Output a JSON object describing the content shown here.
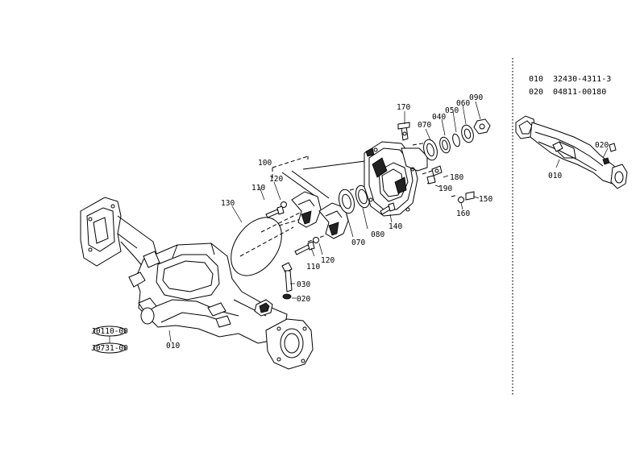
{
  "legend": [
    {
      "ref": "010",
      "part_number": "32430-4311-3"
    },
    {
      "ref": "020",
      "part_number": "04811-00180"
    }
  ],
  "callouts": {
    "c010_main": "010",
    "c020_main": "020",
    "c030": "030",
    "c040": "040",
    "c050": "050",
    "c060": "060",
    "c070_top": "070",
    "c070_low": "070",
    "c080": "080",
    "c090": "090",
    "c100": "100",
    "c110_top": "110",
    "c110_low": "110",
    "c120_top": "120",
    "c120_low": "120",
    "c130": "130",
    "c140": "140",
    "c150": "150",
    "c160": "160",
    "c170": "170",
    "c180": "180",
    "c190": "190",
    "c010_inset": "010",
    "c020_inset": "020"
  },
  "badges": {
    "top": "J0110-00",
    "bottom": "J0731-00"
  }
}
